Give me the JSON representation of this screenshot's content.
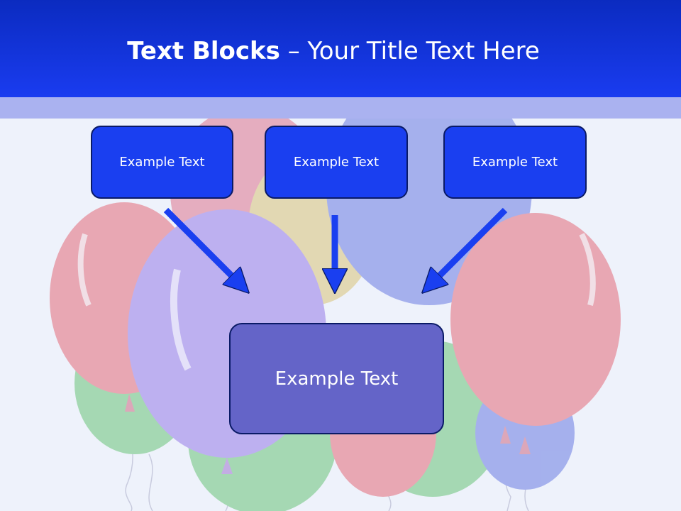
{
  "title": {
    "bold": "Text Blocks",
    "rest": " – Your Title Text Here"
  },
  "boxes": {
    "top_left": "Example Text",
    "top_center": "Example Text",
    "top_right": "Example Text",
    "main": "Example Text"
  },
  "colors": {
    "header": "#1a3cf0",
    "band": "#aab2f0",
    "box_fill": "#1a3ff0",
    "main_box_fill": "#6464c8",
    "arrow": "#1a3ff0"
  }
}
